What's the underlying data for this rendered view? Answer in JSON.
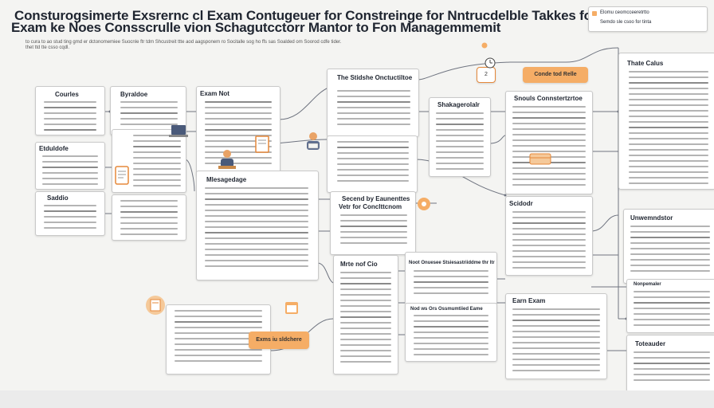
{
  "title": {
    "line1": "Consturogsimerte Exsrernc cl Exam Contugeuer for Constreinge for Nntrucdelble Takkes for no Notes",
    "line2": "Exam ke Noes Consscrulle vion Schagutcctorr Mantor to Fon Managemmemit",
    "sub1": "to cura to ao stud ting gmd er dctonomemiee Suocnle ftr tdm Shcustreit ttte aod aagsponem ro  Socitalle sog ho ffs sas Soalded om Soorod cdfe tider.",
    "sub2": "thet ttd tte csso cqdl."
  },
  "cards": {
    "course": "Courles",
    "byraldoe": "Byraldoe",
    "exam_not": "Exam Not",
    "stidshe": "The Stidshe Onctuctiltoe",
    "scheduler": "Shakagerolalr",
    "snouls": "Snouls Connstertzrtoe",
    "thate_calus": "Thate Calus",
    "etduldofe": "Etduldofe",
    "saddio": "Saddio",
    "message": "Mlesagedage",
    "second": "Secend by Eaunenttes",
    "second_sub": "Vetr for Conclttcnom",
    "scidodr": "Scidodr",
    "unwendstor": "Unwemndstor",
    "noof": "Noot Onuesee Stsiesastriiddme thr ltr",
    "nod_ws": "Nod ws Ors Ossmumtiied Eame",
    "recof": "Mrte nof Cio",
    "earn_exam": "Earn Exam",
    "toteauder": "Toteauder",
    "nonpemaler": "Nonpemaler"
  },
  "pills": {
    "top_right": "Elomu ceomcceeretrtto",
    "top_right2": "Semdo sle csoo for tinta",
    "conde": "Conde tod Relle",
    "pill2": "2",
    "exam_sicher": "Exms iu sldchere"
  },
  "colors": {
    "accent": "#f5ad66",
    "accent_dark": "#e5883a",
    "line": "#6f7480"
  }
}
